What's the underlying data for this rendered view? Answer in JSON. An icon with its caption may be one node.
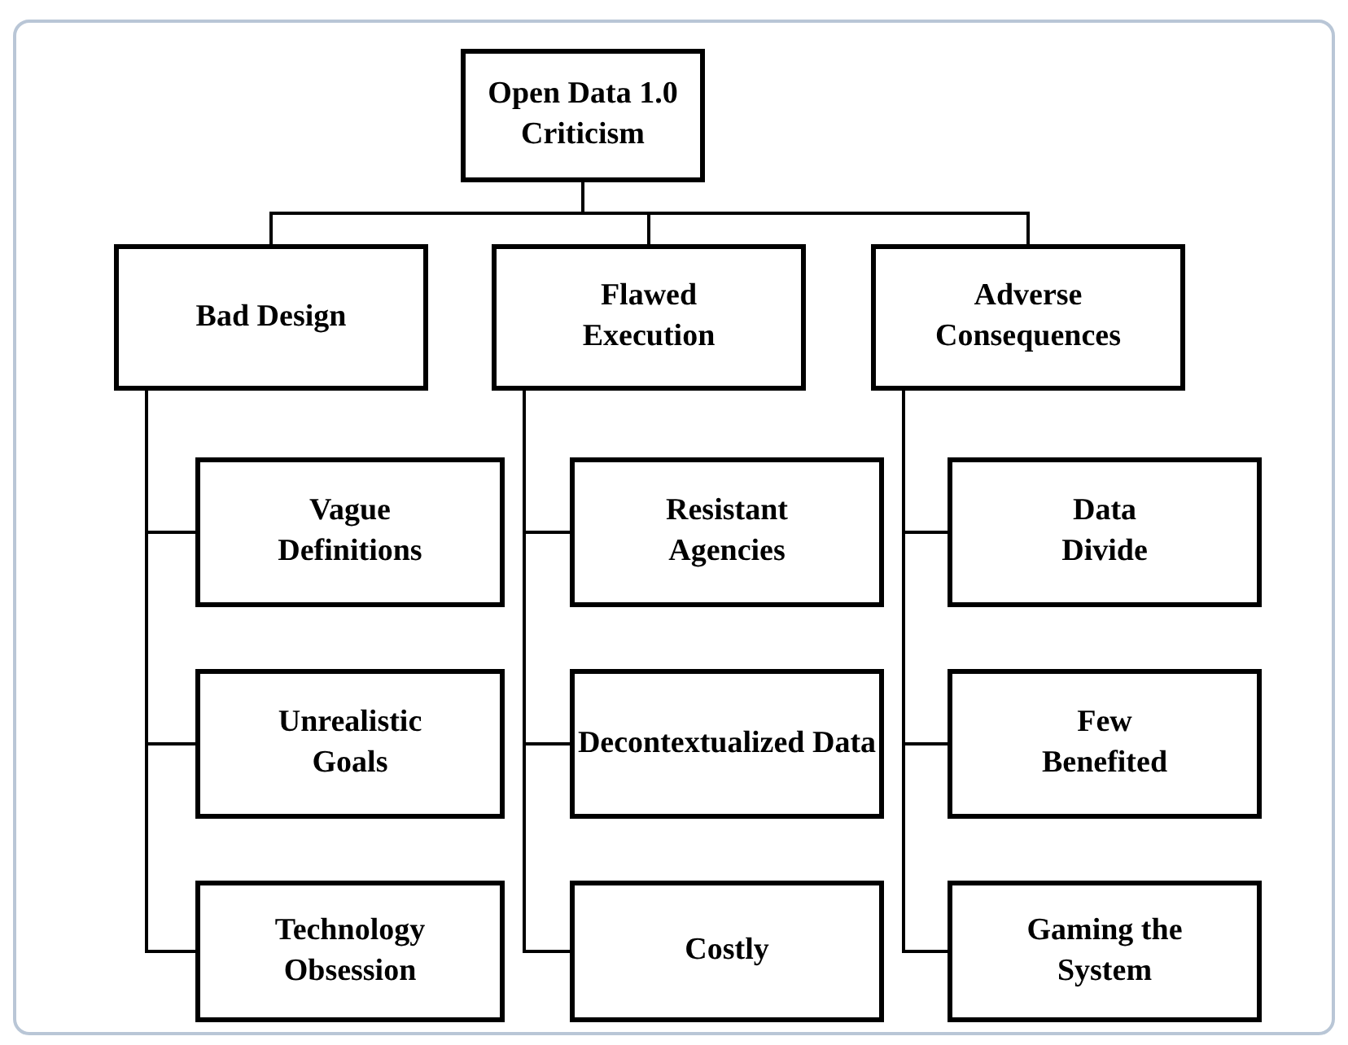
{
  "diagram": {
    "nodes": [
      {
        "text": [
          "Open Data 1.0 Criticism"
        ]
      },
      {
        "text": [
          "Bad Design"
        ]
      },
      {
        "text": [
          "Flawed Execution"
        ]
      },
      {
        "text": [
          "Adverse Consequences"
        ]
      },
      {
        "text": [
          "Vague Definitions"
        ]
      },
      {
        "text": [
          "Unrealistic Goals"
        ]
      },
      {
        "text": [
          "Technology Obsession"
        ]
      },
      {
        "text": [
          "Resistant Agencies"
        ]
      },
      {
        "text": [
          "Decontextualized Data"
        ]
      },
      {
        "text": [
          "Costly"
        ]
      },
      {
        "text": [
          "Data Divide"
        ]
      },
      {
        "text": [
          "Few Benefited"
        ]
      },
      {
        "text": [
          "Gaming the System"
        ]
      }
    ],
    "edges": [
      {
        "from": 0,
        "to": 1,
        "arrow": "none"
      },
      {
        "from": 0,
        "to": 2,
        "arrow": "none"
      },
      {
        "from": 0,
        "to": 3,
        "arrow": "none"
      },
      {
        "from": 1,
        "to": 4,
        "arrow": "none"
      },
      {
        "from": 1,
        "to": 5,
        "arrow": "none"
      },
      {
        "from": 1,
        "to": 6,
        "arrow": "none"
      },
      {
        "from": 2,
        "to": 7,
        "arrow": "none"
      },
      {
        "from": 2,
        "to": 8,
        "arrow": "none"
      },
      {
        "from": 2,
        "to": 9,
        "arrow": "none"
      },
      {
        "from": 3,
        "to": 10,
        "arrow": "none"
      },
      {
        "from": 3,
        "to": 11,
        "arrow": "none"
      },
      {
        "from": 3,
        "to": 12,
        "arrow": "none"
      }
    ]
  }
}
